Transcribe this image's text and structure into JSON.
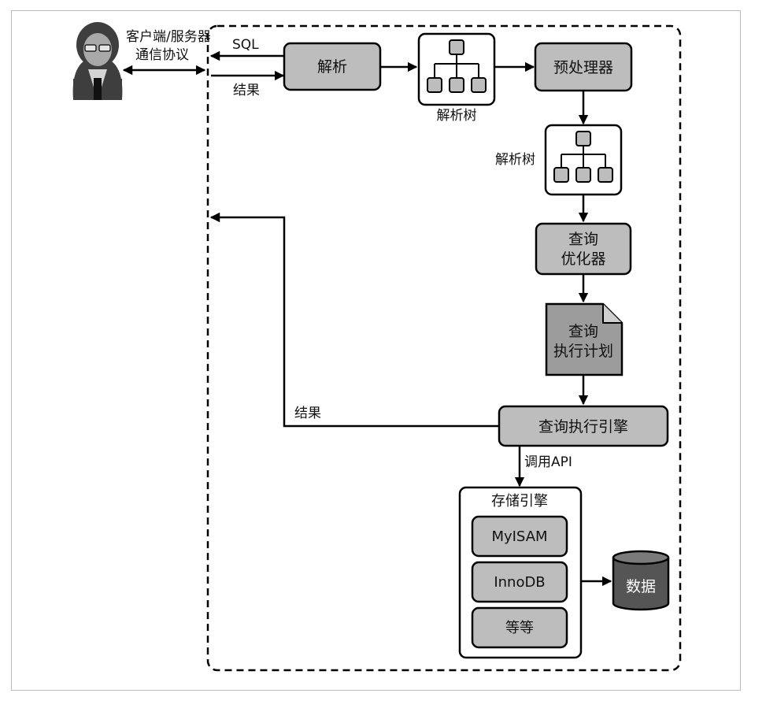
{
  "client": {
    "protocol_line1": "客户端/服务器",
    "protocol_line2": "通信协议"
  },
  "edges": {
    "sql": "SQL",
    "result_top": "结果",
    "result_back": "结果",
    "call_api": "调用API"
  },
  "nodes": {
    "parser": "解析",
    "parse_tree_1": "解析树",
    "preprocessor": "预处理器",
    "parse_tree_2": "解析树",
    "optimizer_line1": "查询",
    "optimizer_line2": "优化器",
    "plan_line1": "查询",
    "plan_line2": "执行计划",
    "engine": "查询执行引擎",
    "data": "数据"
  },
  "storage": {
    "title": "存储引擎",
    "items": [
      "MyISAM",
      "InnoDB",
      "等等"
    ]
  },
  "colors": {
    "box_fill": "#bdbdbd",
    "doc_fill": "#9c9c9c",
    "db_fill": "#555555",
    "person": "#3e3e3e"
  }
}
